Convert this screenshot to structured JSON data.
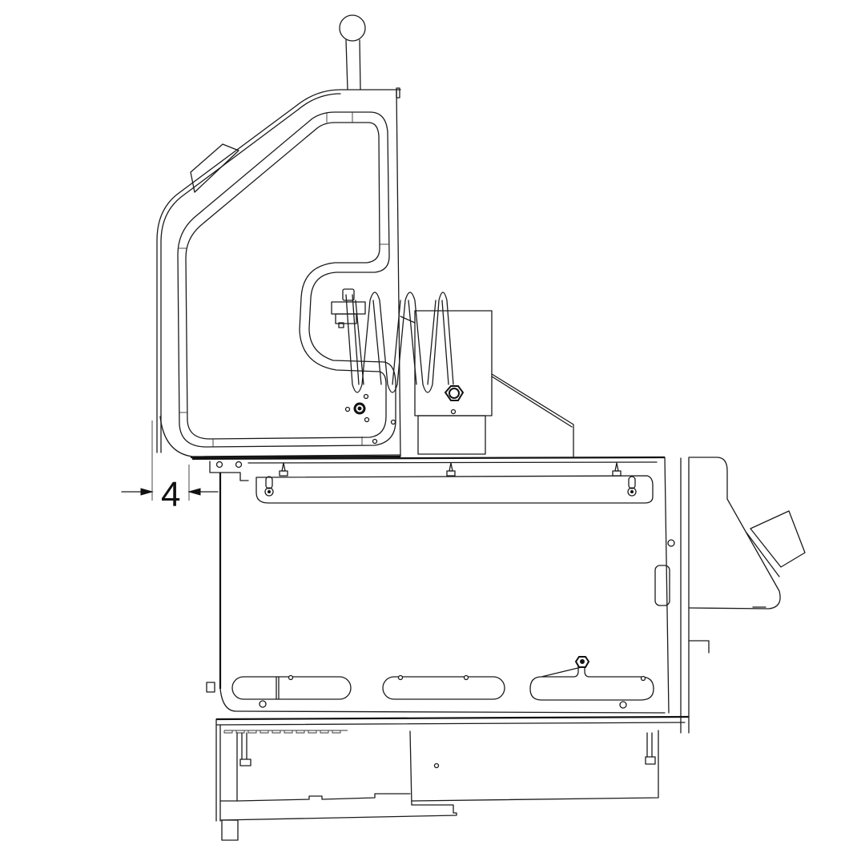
{
  "drawing": {
    "type": "technical side-view line drawing",
    "subject": "grill side view with hood, side burner shelf and cart",
    "line_color": "#1a1a1a",
    "background": "#ffffff"
  },
  "dimension": {
    "label": "4",
    "orientation": "horizontal",
    "arrow_style": "inward-pointing arrows"
  },
  "parts": {
    "hood_handle": "handle-knob",
    "hood": "hood",
    "hose_coil": "coiled-gas-hose",
    "regulator_box": "regulator-box",
    "firebox": "firebox",
    "side_shelf": "side-shelf",
    "slots": [
      "slot-left",
      "slot-center",
      "slot-right"
    ],
    "cart": "cart-base"
  }
}
